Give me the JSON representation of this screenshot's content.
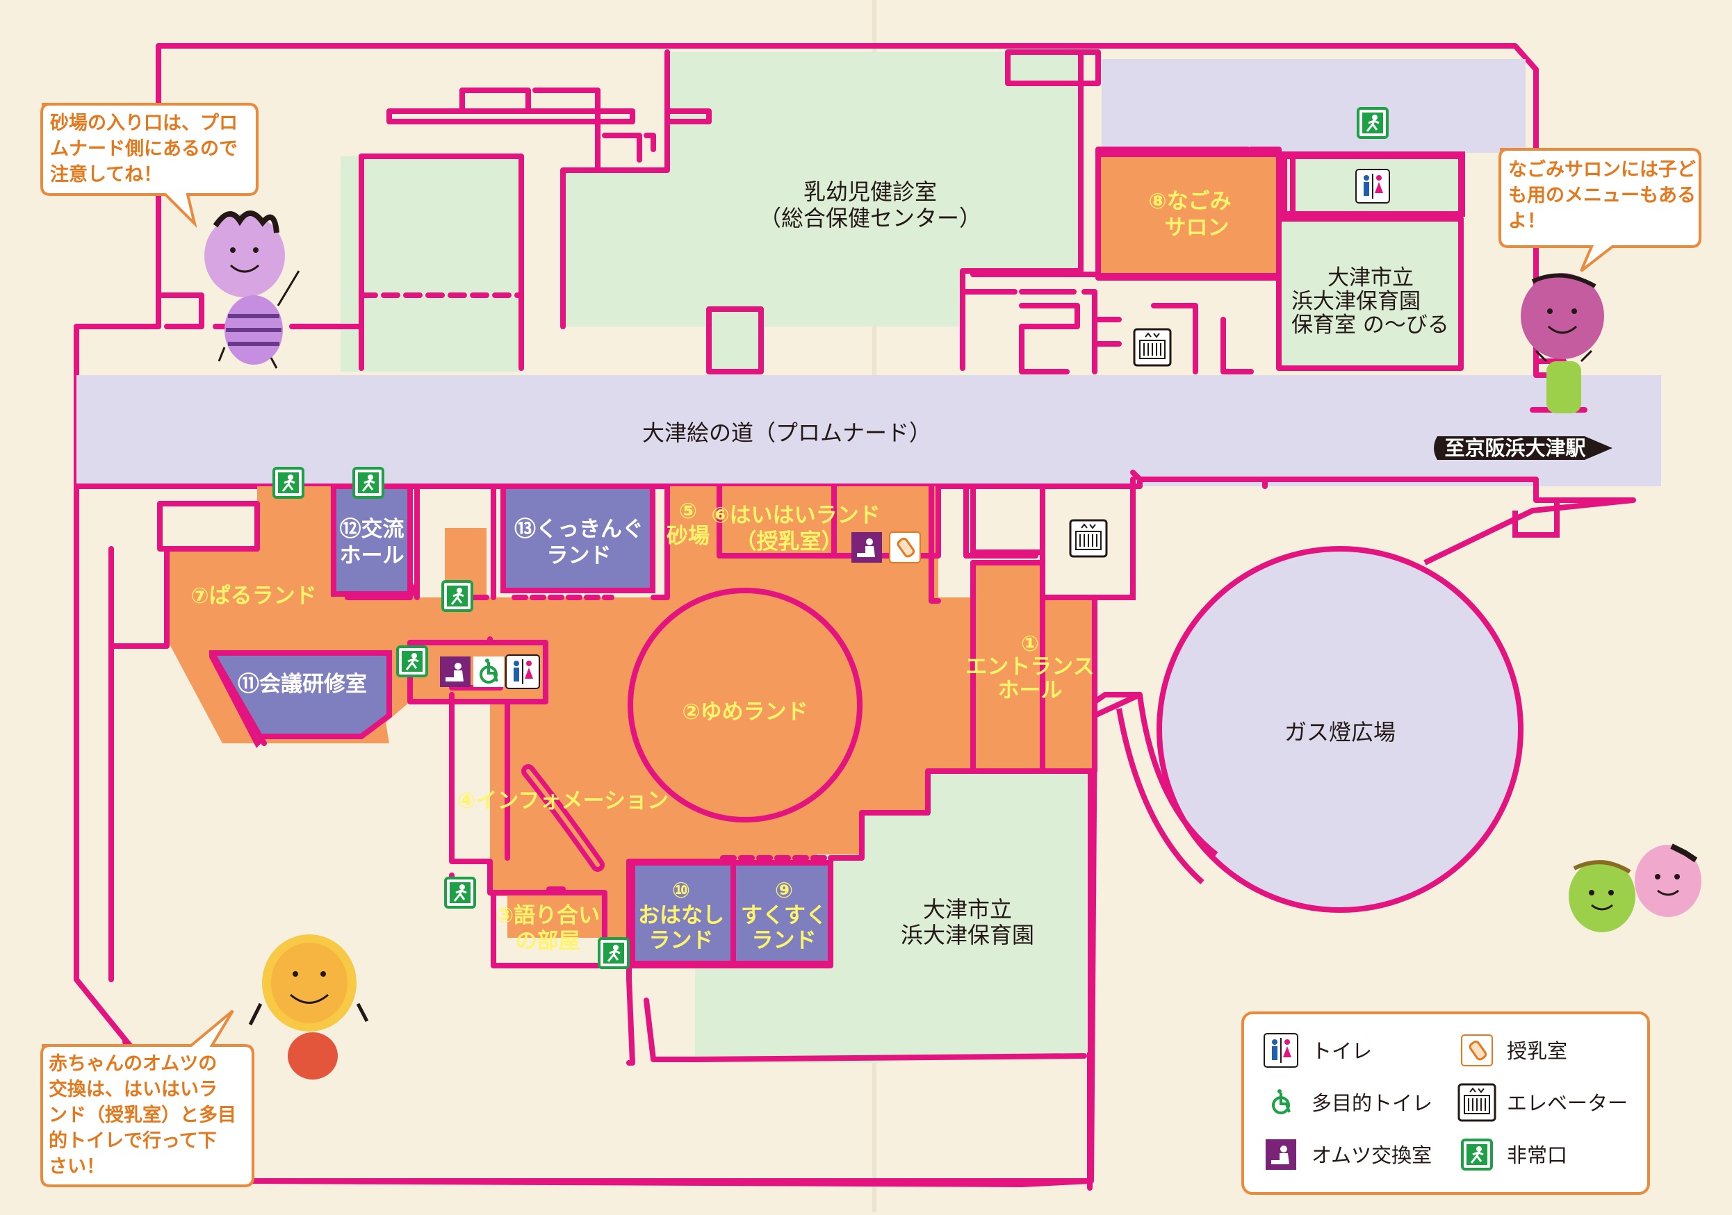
{
  "rooms": {
    "clinic_1": "乳幼児健診室",
    "clinic_2": "（総合保健センター）",
    "nagomi_1": "⑧なごみ",
    "nagomi_2": "サロン",
    "nursery_top_1": "大津市立",
    "nursery_top_2": "浜大津保育園",
    "nursery_top_3": "保育室 の～びる",
    "promenade": "大津絵の道（プロムナード）",
    "station": "至京阪浜大津駅",
    "koryu_1": "⑫交流",
    "koryu_2": "ホール",
    "cooking_1": "⑬くっきんぐ",
    "cooking_2": "ランド",
    "sand_1": "⑤",
    "sand_2": "砂場",
    "haihai_1": "⑥はいはいランド",
    "haihai_2": "（授乳室）",
    "paru": "⑦ぱるランド",
    "meeting": "⑪会議研修室",
    "yume": "②ゆめランド",
    "entrance_1": "①",
    "entrance_2": "エントランス",
    "entrance_3": "ホール",
    "info": "④インフォメーション",
    "katari_1": "③語り合い",
    "katari_2": "の部屋",
    "ohanashi_1": "⑩",
    "ohanashi_2": "おはなし",
    "ohanashi_3": "ランド",
    "sukusuku_1": "⑨",
    "sukusuku_2": "すくすく",
    "sukusuku_3": "ランド",
    "nursery_main_1": "大津市立",
    "nursery_main_2": "浜大津保育園",
    "gas_plaza": "ガス燈広場"
  },
  "bubbles": {
    "top_left": [
      "砂場の入り口は、プロ",
      "ムナード側にあるので",
      "注意してね！"
    ],
    "top_right": [
      "なごみサロンには子ど",
      "も用のメニューもある",
      "よ！"
    ],
    "bottom_left": [
      "赤ちゃんのオムツの",
      "交換は、はいはいラ",
      "ンド（授乳室）と多目",
      "的トイレで行って下",
      "さい！"
    ]
  },
  "legend": {
    "toilet": "トイレ",
    "nursing": "授乳室",
    "multi_toilet": "多目的トイレ",
    "elevator": "エレベーター",
    "diaper": "オムツ交換室",
    "exit": "非常口"
  },
  "colors": {
    "wall": "#e3147f",
    "orange_room": "#f39a5c",
    "purple_room": "#7f7fbf",
    "green_area": "#dcefd6",
    "promenade": "#dcdaec",
    "exit_green": "#1ea046",
    "speech_border": "#ea8a3c",
    "background": "#f7f0df"
  }
}
